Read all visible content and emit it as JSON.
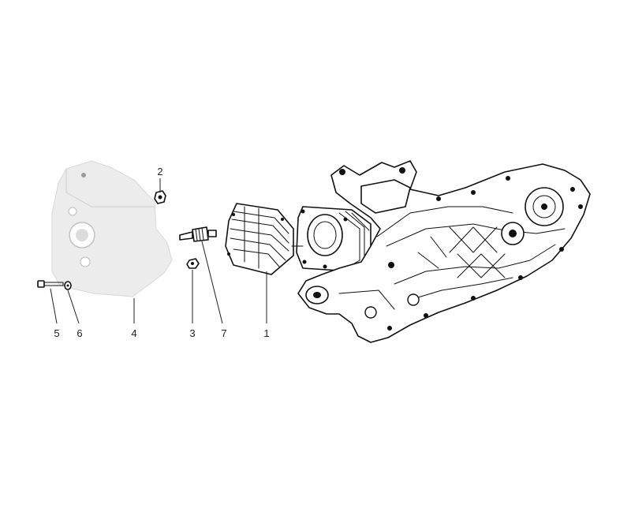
{
  "callouts": [
    {
      "id": "1",
      "label": "1"
    },
    {
      "id": "2",
      "label": "2"
    },
    {
      "id": "3",
      "label": "3"
    },
    {
      "id": "4",
      "label": "4"
    },
    {
      "id": "5",
      "label": "5"
    },
    {
      "id": "6",
      "label": "6"
    },
    {
      "id": "7",
      "label": "7"
    }
  ],
  "colors": {
    "line": "#111111",
    "cover_fill": "#ececec",
    "background": "#ffffff"
  }
}
